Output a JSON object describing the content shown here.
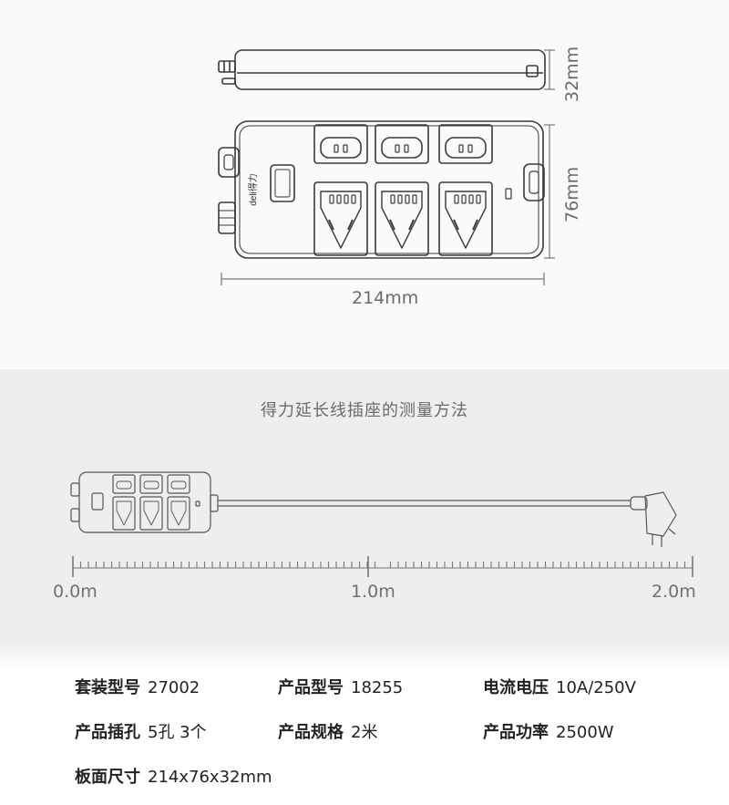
{
  "dimensions": {
    "height_label": "32mm",
    "width_label": "76mm",
    "length_label": "214mm"
  },
  "brand": {
    "logo_text": "deli得力"
  },
  "measure": {
    "title": "得力延长线插座的测量方法",
    "scale_start": "0.0m",
    "scale_mid": "1.0m",
    "scale_end": "2.0m"
  },
  "specs": {
    "set_model_label": "套装型号",
    "set_model_value": "27002",
    "product_model_label": "产品型号",
    "product_model_value": "18255",
    "voltage_label": "电流电压",
    "voltage_value": "10A/250V",
    "holes_label": "产品插孔",
    "holes_value": "5孔 3个",
    "spec_label": "产品规格",
    "spec_value": "2米",
    "power_label": "产品功率",
    "power_value": "2500W",
    "panel_label": "板面尺寸",
    "panel_value": "214x76x32mm"
  }
}
